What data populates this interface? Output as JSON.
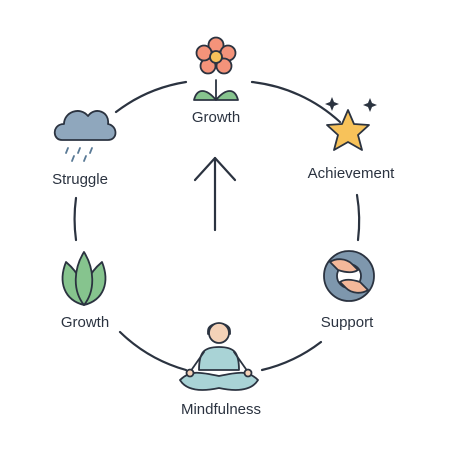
{
  "stages": [
    {
      "id": "top",
      "label": "Growth",
      "icon": "flower-icon"
    },
    {
      "id": "upper-right",
      "label": "Achievement",
      "icon": "star-icon"
    },
    {
      "id": "lower-right",
      "label": "Support",
      "icon": "handshake-icon"
    },
    {
      "id": "bottom",
      "label": "Mindfulness",
      "icon": "meditation-icon"
    },
    {
      "id": "lower-left",
      "label": "Growth",
      "icon": "leaves-icon"
    },
    {
      "id": "upper-left",
      "label": "Struggle",
      "icon": "rain-cloud-icon"
    }
  ],
  "center_icon": "up-arrow-icon",
  "colors": {
    "outline": "#2b3340",
    "flower": "#f4937a",
    "flower_center": "#f7c25a",
    "leaf": "#86c48e",
    "star": "#f7c25a",
    "cloud": "#8fa7bd",
    "rain": "#5a7a96",
    "person": "#a9d3d6",
    "handshake_ring": "#7e97ad",
    "hand": "#f4b89a"
  }
}
